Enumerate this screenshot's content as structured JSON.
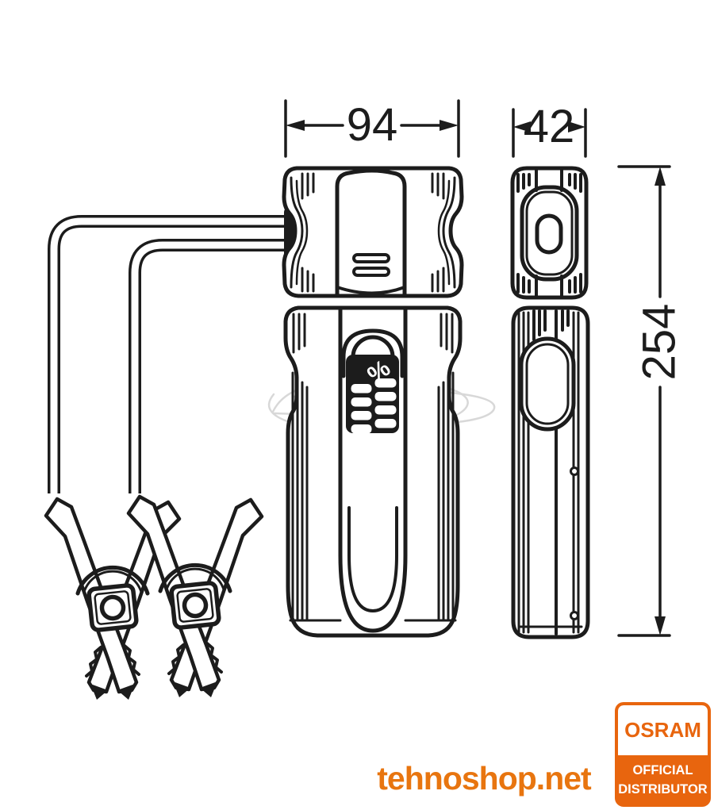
{
  "drawing": {
    "dimensions": {
      "front_width": "94",
      "side_width": "42",
      "height": "254"
    },
    "display": {
      "percent_label": "%"
    }
  },
  "watermark": {
    "site": "tehnoshop.net"
  },
  "badge": {
    "brand": "OSRAM",
    "line1": "OFFICIAL",
    "line2": "DISTRIBUTOR"
  },
  "colors": {
    "accent_orange": "#e8650e",
    "watermark_orange": "#e8750f",
    "line_black": "#1c1c1c",
    "background": "#ffffff",
    "watermark_gray": "#cccccc"
  }
}
